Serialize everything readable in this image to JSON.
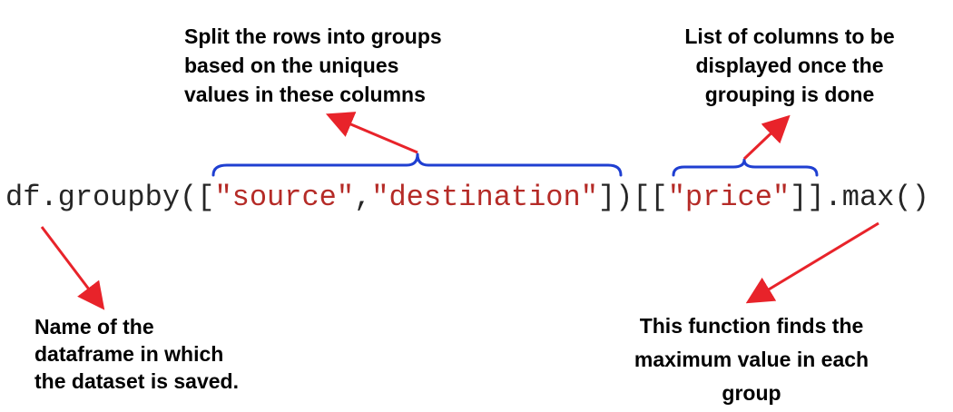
{
  "annotations": {
    "groupby_columns": {
      "lines": [
        "Split the rows into groups",
        "based on the uniques",
        "values in these columns"
      ]
    },
    "display_columns": {
      "lines": [
        "List of columns to be",
        "displayed once the",
        "grouping is done"
      ]
    },
    "dataframe_name": {
      "lines": [
        "Name of the",
        "dataframe in which",
        "the dataset is saved."
      ]
    },
    "max_function": {
      "lines": [
        "This function finds the",
        "maximum value in each",
        "group"
      ]
    }
  },
  "code": {
    "prefix": "df.groupby([",
    "arg1": "\"source\"",
    "comma": ",",
    "arg2": "\"destination\"",
    "middle": "])[[",
    "arg3": "\"price\"",
    "suffix": "]].max()"
  },
  "colors": {
    "code_text": "#262626",
    "string_literal": "#b52b27",
    "brace": "#1f3fd1",
    "arrow": "#e8232a",
    "annotation_text": "#000000"
  }
}
